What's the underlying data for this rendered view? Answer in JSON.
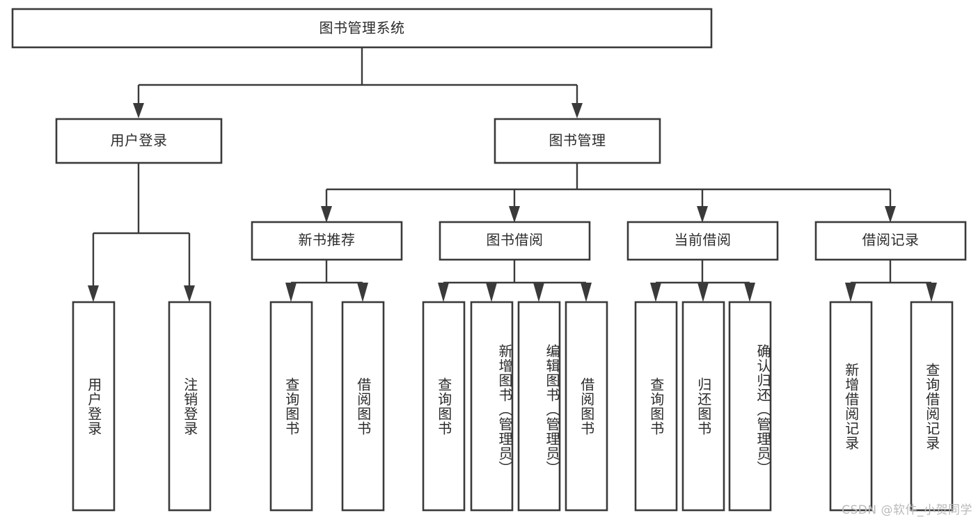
{
  "diagram": {
    "title": "图书管理系统",
    "type": "tree",
    "orientation": "top-down",
    "colors": {
      "box_stroke": "#3a3a3a",
      "box_fill": "#ffffff",
      "text": "#2b2b2b",
      "background": "#ffffff",
      "watermark": "#b9b9b9"
    }
  },
  "nodes": {
    "root": {
      "label": "图书管理系统",
      "level": 0
    },
    "level1": [
      {
        "id": "user-login",
        "label": "用户登录"
      },
      {
        "id": "book-manage",
        "label": "图书管理"
      }
    ],
    "level2": [
      {
        "id": "new-book-recommend",
        "label": "新书推荐",
        "parent": "book-manage"
      },
      {
        "id": "book-borrow",
        "label": "图书借阅",
        "parent": "book-manage"
      },
      {
        "id": "current-borrow",
        "label": "当前借阅",
        "parent": "book-manage"
      },
      {
        "id": "borrow-record",
        "label": "借阅记录",
        "parent": "book-manage"
      }
    ],
    "leaves": [
      {
        "id": "leaf-user-login",
        "label": "用户登录",
        "parent": "user-login"
      },
      {
        "id": "leaf-logout-login",
        "label": "注销登录",
        "parent": "user-login"
      },
      {
        "id": "leaf-query-book-1",
        "label": "查询图书",
        "parent": "new-book-recommend"
      },
      {
        "id": "leaf-borrow-book-1",
        "label": "借阅图书",
        "parent": "new-book-recommend"
      },
      {
        "id": "leaf-query-book-2",
        "label": "查询图书",
        "parent": "book-borrow"
      },
      {
        "id": "leaf-add-book",
        "label": "新增图书（管理员）",
        "parent": "book-borrow"
      },
      {
        "id": "leaf-edit-book",
        "label": "编辑图书（管理员）",
        "parent": "book-borrow"
      },
      {
        "id": "leaf-borrow-book-2",
        "label": "借阅图书",
        "parent": "book-borrow"
      },
      {
        "id": "leaf-query-book-3",
        "label": "查询图书",
        "parent": "current-borrow"
      },
      {
        "id": "leaf-return-book",
        "label": "归还图书",
        "parent": "current-borrow"
      },
      {
        "id": "leaf-confirm-return",
        "label": "确认归还（管理员）",
        "parent": "current-borrow"
      },
      {
        "id": "leaf-add-record",
        "label": "新增借阅记录",
        "parent": "borrow-record"
      },
      {
        "id": "leaf-query-record",
        "label": "查询借阅记录",
        "parent": "borrow-record"
      }
    ]
  },
  "watermark": {
    "text": "CSDN @软件_小贺同学"
  }
}
